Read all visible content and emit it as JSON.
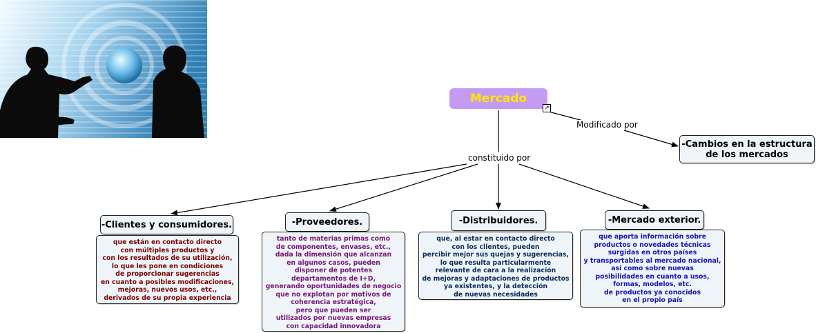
{
  "root": {
    "label": "Mercado"
  },
  "links": {
    "modificado": "Modificado por",
    "constituido": "constituido por"
  },
  "nodes": {
    "cambios": {
      "lines": [
        "-Cambios en la estructura",
        "de los mercados"
      ]
    },
    "clientes": {
      "label": "-Clientes y consumidores."
    },
    "proveedores": {
      "label": "-Proveedores."
    },
    "distribuidores": {
      "label": "-Distribuidores."
    },
    "exterior": {
      "label": "-Mercado exterior."
    }
  },
  "descriptions": {
    "clientes": {
      "color": "#7a0000",
      "lines": [
        "que están en contacto directo",
        "con múltiples productos y",
        "con los resultados de su utilización,",
        "lo que les pone en condiciones",
        "de proporcionar sugerencias",
        "en cuanto a posibles modificaciones,",
        "mejoras, nuevos usos, etc.,",
        "derivados de su propia experiencia"
      ]
    },
    "proveedores": {
      "color": "#7a1478",
      "lines": [
        "tanto de materias primas como",
        "de componentes, envases, etc.,",
        "dada la dimensión que alcanzan",
        "en algunos casos, pueden",
        "disponer de potentes",
        "departamentos de I+D,",
        "generando oportunidades de negocio",
        "que no explotan por motivos de",
        "coherencia estratégica,",
        "pero que pueden ser",
        "utilizados por nuevas empresas",
        "con capacidad innovadora"
      ]
    },
    "distribuidores": {
      "color": "#0a2a5a",
      "lines": [
        "que, al estar en contacto directo",
        "con los clientes, pueden",
        "percibir mejor sus quejas y sugerencias,",
        "lo que resulta particularmente",
        "relevante de cara a la realización",
        "de mejoras y adaptaciones de productos",
        "ya existentes, y la detección",
        "de nuevas necesidades"
      ]
    },
    "exterior": {
      "color": "#1414b4",
      "lines": [
        "que aporta información sobre",
        "productos o novedades técnicas",
        "surgidas en otros países",
        "y transportables al mercado nacional,",
        "así como sobre nuevas",
        "posibilidades en cuanto a usos,",
        "formas, modelos, etc.",
        "de productos ya conocidos",
        "en el propio país"
      ]
    }
  }
}
